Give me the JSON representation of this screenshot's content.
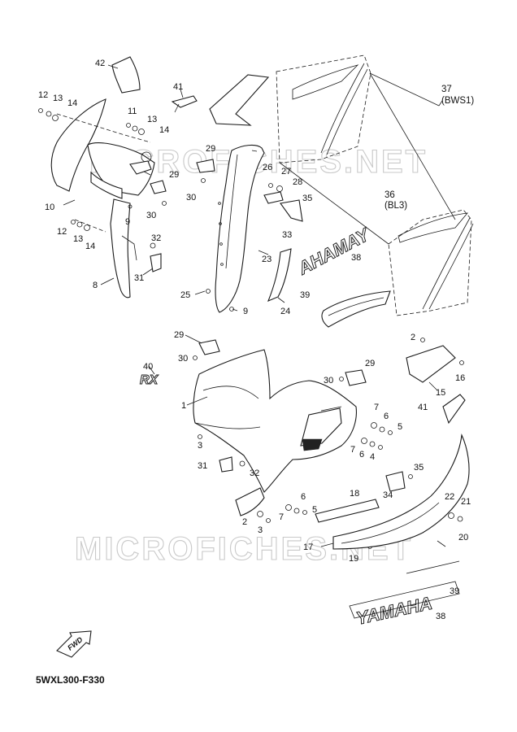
{
  "watermark": "MICROFICHES.NET",
  "diagram_code": "5WXL300-F330",
  "fwd_label": "FWD",
  "decal_yamaha": "YAMAHA",
  "decal_yamaha_mirror": "AHAMAY",
  "decal_small": "RX",
  "callouts": [
    {
      "id": "c42a",
      "text": "42"
    },
    {
      "id": "c41a",
      "text": "41"
    },
    {
      "id": "c37",
      "text": "37"
    },
    {
      "id": "c37s",
      "text": "(BWS1)"
    },
    {
      "id": "c12a",
      "text": "12"
    },
    {
      "id": "c13a",
      "text": "13"
    },
    {
      "id": "c14a",
      "text": "14"
    },
    {
      "id": "c11",
      "text": "11"
    },
    {
      "id": "c13b",
      "text": "13"
    },
    {
      "id": "c14b",
      "text": "14"
    },
    {
      "id": "c29a",
      "text": "29"
    },
    {
      "id": "c29b",
      "text": "29"
    },
    {
      "id": "c30a",
      "text": "30"
    },
    {
      "id": "c26",
      "text": "26"
    },
    {
      "id": "c27",
      "text": "27"
    },
    {
      "id": "c28",
      "text": "28"
    },
    {
      "id": "c35a",
      "text": "35"
    },
    {
      "id": "c36",
      "text": "36"
    },
    {
      "id": "c36s",
      "text": "(BL3)"
    },
    {
      "id": "c10",
      "text": "10"
    },
    {
      "id": "c9a",
      "text": "9"
    },
    {
      "id": "c30b",
      "text": "30"
    },
    {
      "id": "c33",
      "text": "33"
    },
    {
      "id": "c12b",
      "text": "12"
    },
    {
      "id": "c13c",
      "text": "13"
    },
    {
      "id": "c14c",
      "text": "14"
    },
    {
      "id": "c32a",
      "text": "32"
    },
    {
      "id": "c38a",
      "text": "38"
    },
    {
      "id": "c23",
      "text": "23"
    },
    {
      "id": "c31a",
      "text": "31"
    },
    {
      "id": "c8",
      "text": "8"
    },
    {
      "id": "c39a",
      "text": "39"
    },
    {
      "id": "c25",
      "text": "25"
    },
    {
      "id": "c24",
      "text": "24"
    },
    {
      "id": "c9b",
      "text": "9"
    },
    {
      "id": "c29c",
      "text": "29"
    },
    {
      "id": "c2a",
      "text": "2"
    },
    {
      "id": "c30c",
      "text": "30"
    },
    {
      "id": "c16",
      "text": "16"
    },
    {
      "id": "c40",
      "text": "40"
    },
    {
      "id": "c29d",
      "text": "29"
    },
    {
      "id": "c30d",
      "text": "30"
    },
    {
      "id": "c15",
      "text": "15"
    },
    {
      "id": "c1",
      "text": "1"
    },
    {
      "id": "c41b",
      "text": "41"
    },
    {
      "id": "c7a",
      "text": "7"
    },
    {
      "id": "c6a",
      "text": "6"
    },
    {
      "id": "c5a",
      "text": "5"
    },
    {
      "id": "c3a",
      "text": "3"
    },
    {
      "id": "c7b",
      "text": "7"
    },
    {
      "id": "c6b",
      "text": "6"
    },
    {
      "id": "c4",
      "text": "4"
    },
    {
      "id": "c31b",
      "text": "31"
    },
    {
      "id": "c32b",
      "text": "32"
    },
    {
      "id": "c35b",
      "text": "35"
    },
    {
      "id": "c18",
      "text": "18"
    },
    {
      "id": "c34",
      "text": "34"
    },
    {
      "id": "c6c",
      "text": "6"
    },
    {
      "id": "c5b",
      "text": "5"
    },
    {
      "id": "c7c",
      "text": "7"
    },
    {
      "id": "c22",
      "text": "22"
    },
    {
      "id": "c21",
      "text": "21"
    },
    {
      "id": "c2b",
      "text": "2"
    },
    {
      "id": "c3b",
      "text": "3"
    },
    {
      "id": "c17",
      "text": "17"
    },
    {
      "id": "c20",
      "text": "20"
    },
    {
      "id": "c19",
      "text": "19"
    },
    {
      "id": "c39b",
      "text": "39"
    },
    {
      "id": "c38b",
      "text": "38"
    }
  ]
}
